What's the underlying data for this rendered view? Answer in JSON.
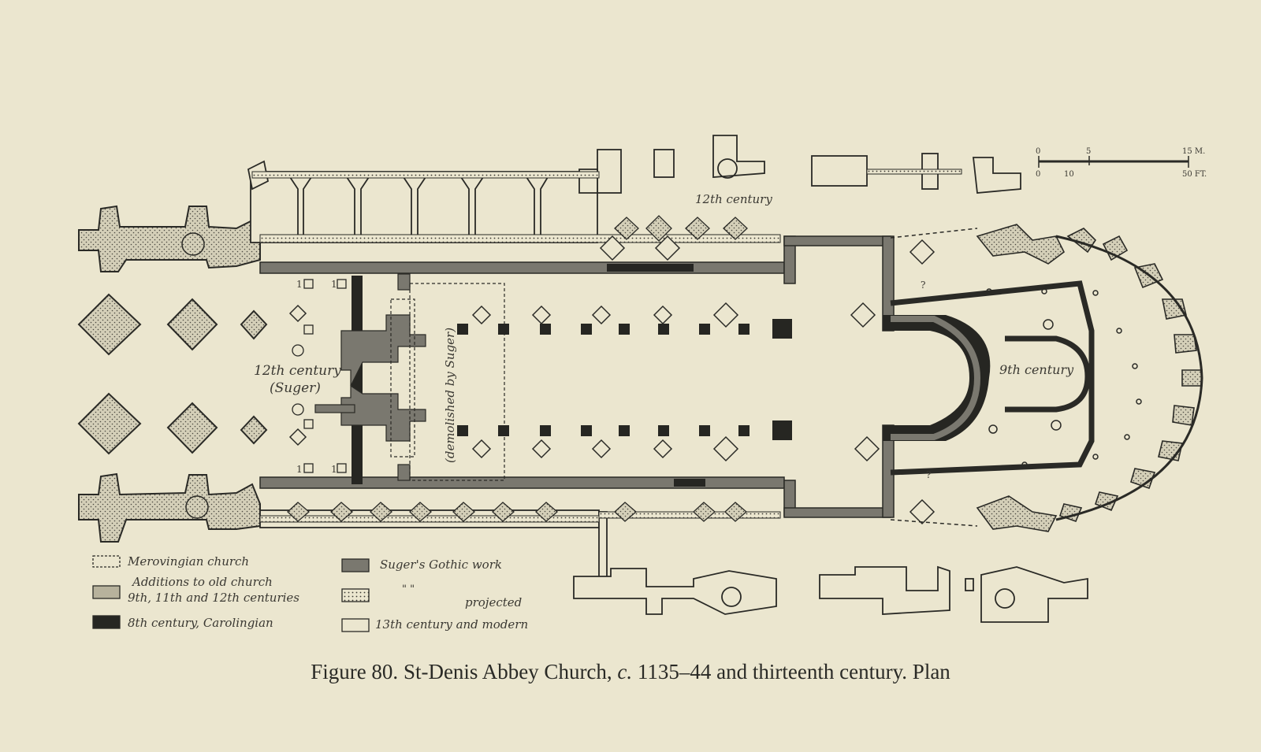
{
  "plan": {
    "labels": {
      "north_aisle_date": "12th century",
      "narthex_date": "12th century",
      "narthex_patron": "(Suger)",
      "demolished_note": "(demolished by Suger)",
      "crypt_date": "9th century",
      "uncertain_mark": "?",
      "pier_mark": "1"
    },
    "scale_bar": {
      "metric_ticks": [
        "0",
        "5",
        "15 M."
      ],
      "imperial_ticks": [
        "0",
        "10",
        "50 FT."
      ]
    }
  },
  "legend": [
    {
      "pattern": "dashed-outline",
      "label": "Merovingian church"
    },
    {
      "pattern": "light-hatch",
      "label": "Additions to old church",
      "label2": "9th, 11th and 12th centuries"
    },
    {
      "pattern": "dark-solid",
      "label": "8th century, Carolingian"
    },
    {
      "pattern": "medium-solid",
      "label": "Suger's Gothic work"
    },
    {
      "pattern": "dotted",
      "label": "\"          \"",
      "label2": "projected"
    },
    {
      "pattern": "empty-outline",
      "label": "13th century and modern"
    }
  ],
  "caption": {
    "figure": "Figure 80.",
    "title": "St-Denis Abbey Church,",
    "circa": "c.",
    "dates": "1135–44 and thirteenth century. Plan"
  },
  "colors": {
    "paper": "#ebe6cf",
    "ink": "#2a2a26",
    "gothic_fill": "#7a786f",
    "carolingian_fill": "#262622",
    "stipple_fill": "#c8c3ad"
  }
}
